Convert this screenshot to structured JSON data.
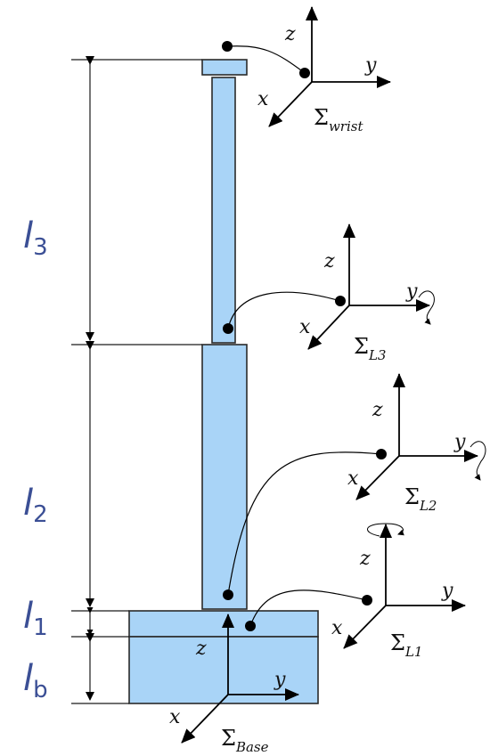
{
  "dimensions": [
    {
      "symbol": "l",
      "subscript": "3"
    },
    {
      "symbol": "l",
      "subscript": "2"
    },
    {
      "symbol": "l",
      "subscript": "1"
    },
    {
      "symbol": "l",
      "subscript": "b"
    }
  ],
  "frames": {
    "wrist": {
      "sigma": "Σ",
      "sub": "wrist",
      "x": "x",
      "y": "y",
      "z": "z"
    },
    "l3": {
      "sigma": "Σ",
      "sub": "L3",
      "x": "x",
      "y": "y",
      "z": "z"
    },
    "l2": {
      "sigma": "Σ",
      "sub": "L2",
      "x": "x",
      "y": "y",
      "z": "z"
    },
    "l1": {
      "sigma": "Σ",
      "sub": "L1",
      "x": "x",
      "y": "y",
      "z": "z"
    },
    "base": {
      "sigma": "Σ",
      "sub": "Base",
      "x": "x",
      "y": "y",
      "z": "z"
    }
  },
  "colors": {
    "link_fill": "#a9d4f7",
    "dimension_label": "#3b4f95"
  }
}
